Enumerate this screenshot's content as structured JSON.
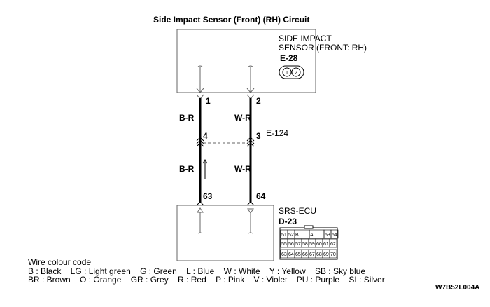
{
  "title": "Side Impact Sensor (Front) (RH) Circuit",
  "sensor": {
    "name_line1": "SIDE IMPACT",
    "name_line2": "SENSOR (FRONT: RH)",
    "connector": "E-28",
    "pin_a": "1",
    "pin_b": "2"
  },
  "wires": {
    "pin1": "1",
    "pin2": "2",
    "left_color_top": "B-R",
    "right_color_top": "W-R",
    "junction_left": "4",
    "junction_right": "3",
    "junction_connector": "E-124",
    "left_color_bottom": "B-R",
    "right_color_bottom": "W-R",
    "pin63": "63",
    "pin64": "64"
  },
  "ecu": {
    "name": "SRS-ECU",
    "connector": "D-23",
    "row1": [
      "51",
      "52",
      "B",
      "A",
      "53",
      "54"
    ],
    "row2": [
      "55",
      "56",
      "57",
      "58",
      "59",
      "60",
      "61",
      "62"
    ],
    "row3": [
      "63",
      "64",
      "65",
      "66",
      "67",
      "68",
      "69",
      "70"
    ]
  },
  "legend": {
    "heading": "Wire colour code",
    "line1": "B : Black    LG : Light green    G : Green    L : Blue    W : White    Y : Yellow    SB : Sky blue",
    "line2": "BR : Brown    O : Orange    GR : Grey    R : Red    P : Pink    V : Violet    PU : Purple    SI : Silver"
  },
  "figure_code": "W7B52L004A"
}
